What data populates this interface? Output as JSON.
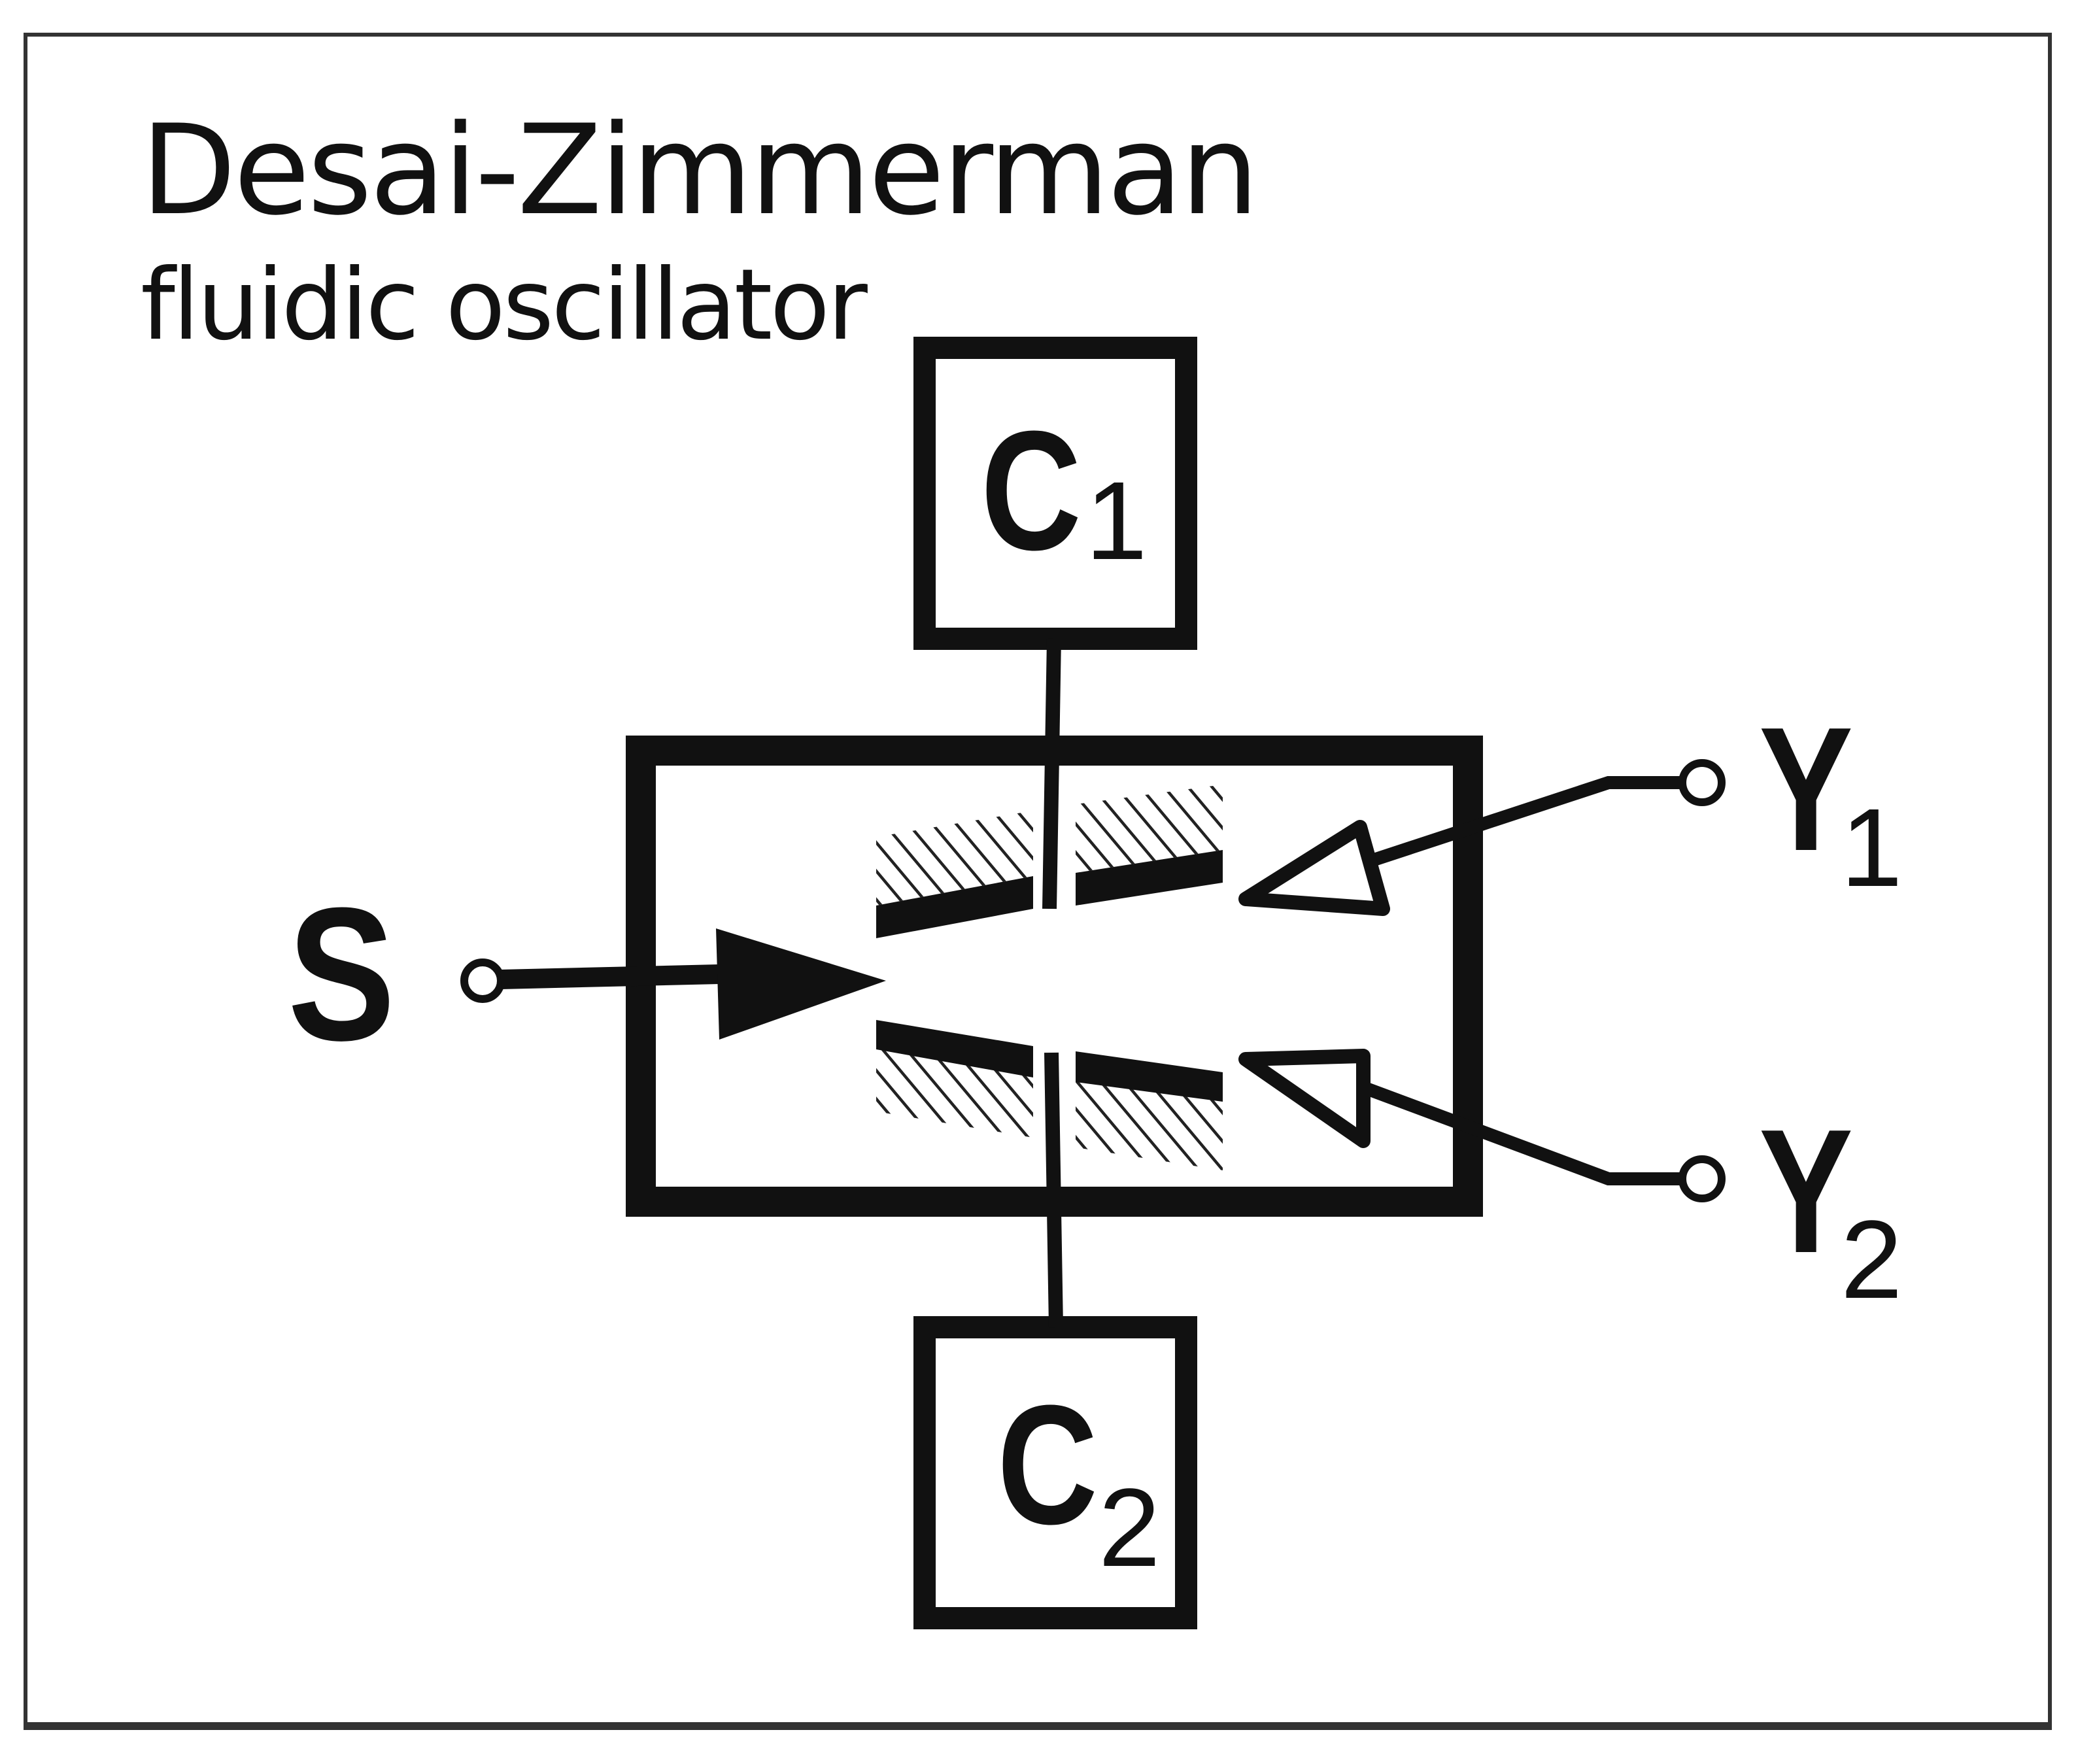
{
  "title": {
    "line1": "Desai-Zimmerman",
    "line2": "fluidic oscillator"
  },
  "labels": {
    "supply": "S",
    "c1_letter": "C",
    "c1_sub": "1",
    "c2_letter": "C",
    "c2_sub": "2",
    "y1_letter": "Y",
    "y1_sub": "1",
    "y2_letter": "Y",
    "y2_sub": "2"
  },
  "colors": {
    "ink": "#111111",
    "background": "#ffffff"
  }
}
